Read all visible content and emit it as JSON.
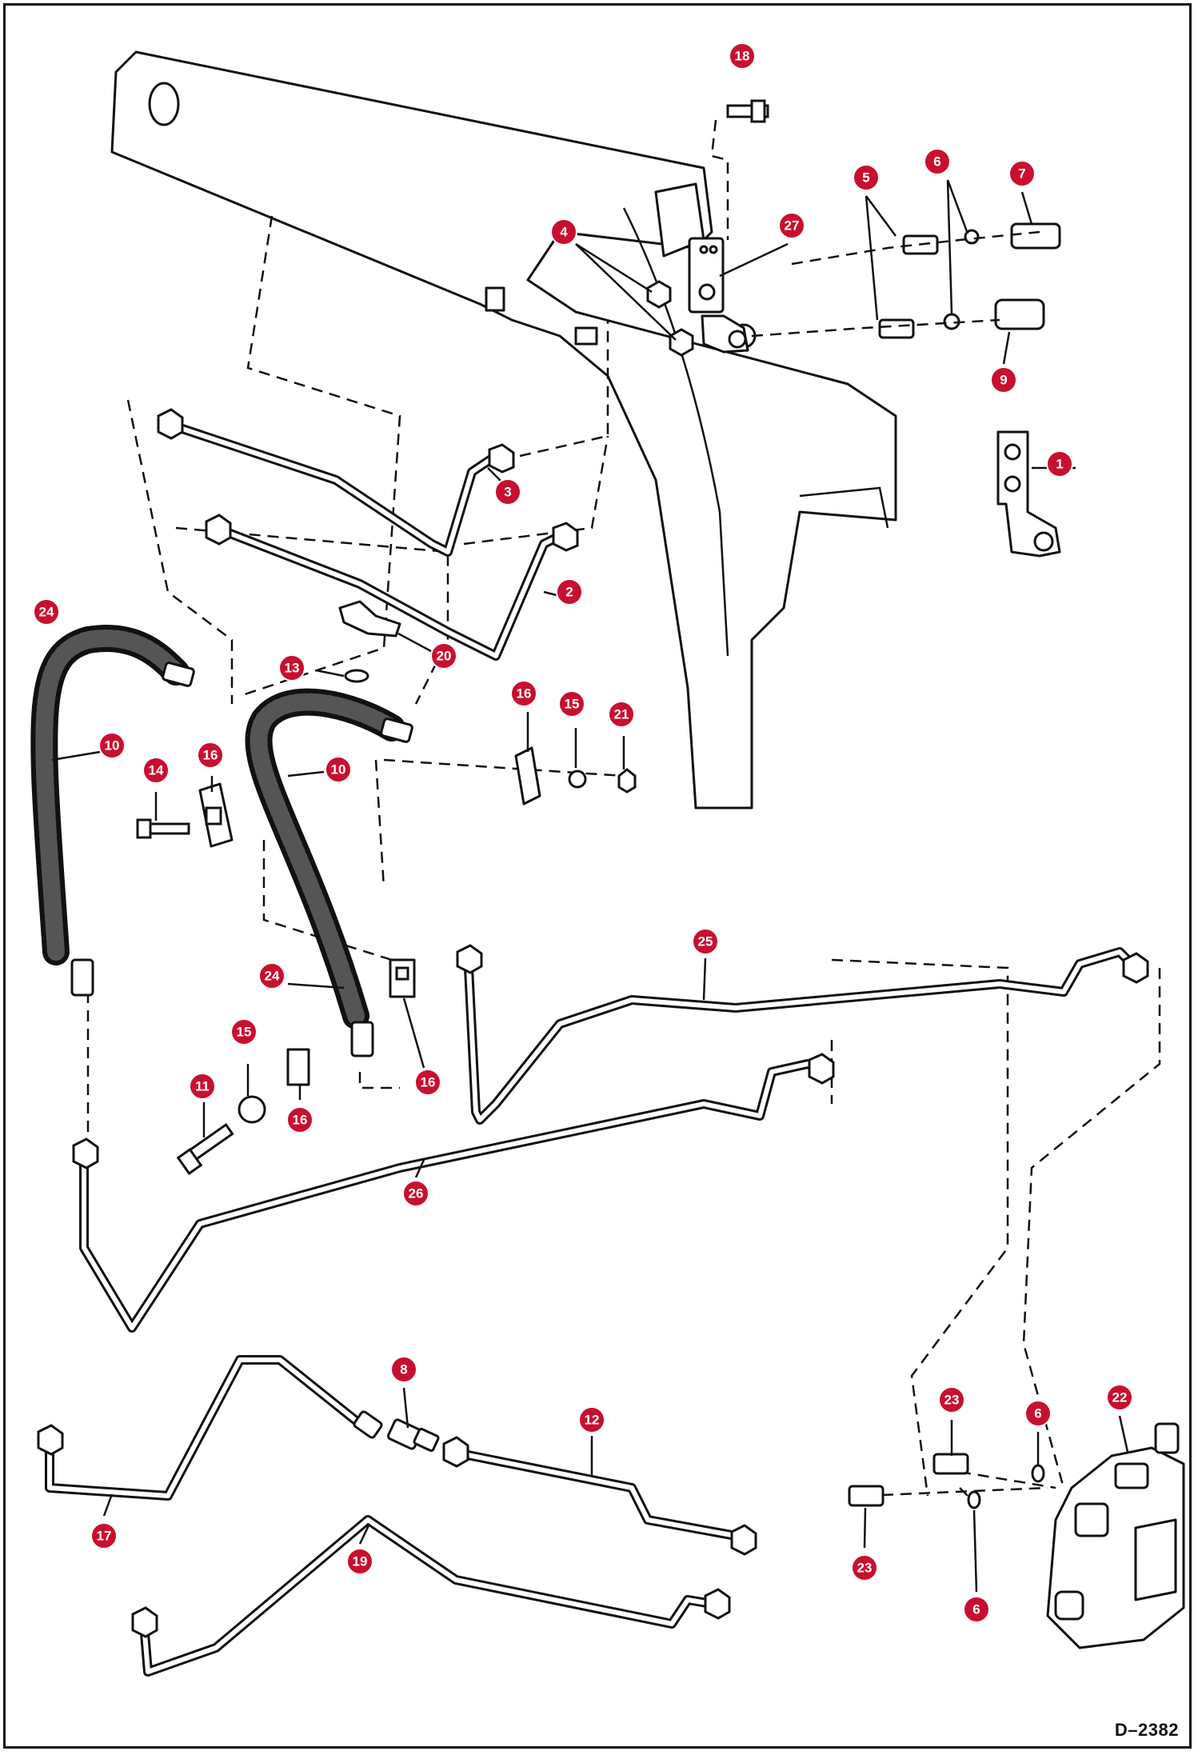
{
  "drawing_number": "D–2382",
  "colors": {
    "callout": "#c8102e",
    "line": "#111111",
    "background": "#ffffff"
  },
  "callouts": [
    {
      "id": "c18",
      "label": "18"
    },
    {
      "id": "c5",
      "label": "5"
    },
    {
      "id": "c6a",
      "label": "6"
    },
    {
      "id": "c7",
      "label": "7"
    },
    {
      "id": "c4",
      "label": "4"
    },
    {
      "id": "c27",
      "label": "27"
    },
    {
      "id": "c9",
      "label": "9"
    },
    {
      "id": "c1",
      "label": "1"
    },
    {
      "id": "c3",
      "label": "3"
    },
    {
      "id": "c2",
      "label": "2"
    },
    {
      "id": "c24a",
      "label": "24"
    },
    {
      "id": "c20",
      "label": "20"
    },
    {
      "id": "c13",
      "label": "13"
    },
    {
      "id": "c16a",
      "label": "16"
    },
    {
      "id": "c15a",
      "label": "15"
    },
    {
      "id": "c21",
      "label": "21"
    },
    {
      "id": "c10a",
      "label": "10"
    },
    {
      "id": "c14",
      "label": "14"
    },
    {
      "id": "c16b",
      "label": "16"
    },
    {
      "id": "c10b",
      "label": "10"
    },
    {
      "id": "c25",
      "label": "25"
    },
    {
      "id": "c24b",
      "label": "24"
    },
    {
      "id": "c15b",
      "label": "15"
    },
    {
      "id": "c11",
      "label": "11"
    },
    {
      "id": "c16c",
      "label": "16"
    },
    {
      "id": "c16d",
      "label": "16"
    },
    {
      "id": "c26",
      "label": "26"
    },
    {
      "id": "c8",
      "label": "8"
    },
    {
      "id": "c12",
      "label": "12"
    },
    {
      "id": "c23a",
      "label": "23"
    },
    {
      "id": "c6b",
      "label": "6"
    },
    {
      "id": "c22",
      "label": "22"
    },
    {
      "id": "c17",
      "label": "17"
    },
    {
      "id": "c19",
      "label": "19"
    },
    {
      "id": "c23b",
      "label": "23"
    },
    {
      "id": "c6c",
      "label": "6"
    }
  ]
}
